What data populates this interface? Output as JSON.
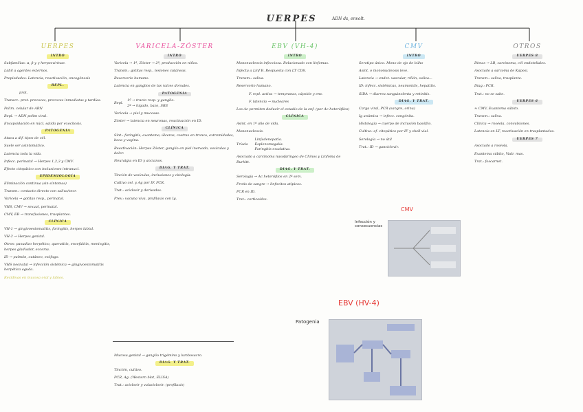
{
  "title": "UERPES",
  "subtitle": "ADN ds, envolt.",
  "columns": {
    "herpes": {
      "head": "UERPES",
      "s_intro": "INTRO",
      "intro": [
        "Subfamilias: α, β y γ herpesvirinae.",
        "Lábil a agentes externos.",
        "Propiedades: Latencia, reactivación, oncogénesis"
      ],
      "s_repl": "REPL.",
      "repl": [
        "prot.",
        "Transcr.: prot. precoces, precoces inmediatas y tardías.",
        "Polim. celular de ARN",
        "Repl. → ADN polim viral.",
        "Encapsidación en núcl, salida por exocitosis."
      ],
      "s_pato": "PATOGENIA",
      "pato": [
        "Ataca a dif. tipos de cél.",
        "Suele ser asintomático.",
        "Latencia toda la vida.",
        "Infecc. perinatal → Herpes 1,2,3 y CMV.",
        "Efecto citopático con inclusiones intranucl."
      ],
      "s_epi": "EPIDEMIOLOGÍA",
      "epi": [
        "Eliminación continua (sin síntomas)",
        "Transm.: contacto directo con saliva/secr.",
        "Varicela → gotitas resp., perinatal.",
        "VHS, CMV → sexual, perinatal.",
        "CMV, EB → transfusiones, trasplantes."
      ],
      "s_clin": "CLÍNICA",
      "clin": [
        "VH-1 → gingivoestomatitis, faringitis, herpes labial.",
        "VH-2 → Herpes genital.",
        "Otros: panadizo herpético, queratitis, encefalitis, meningitis, herpes gladiador, eccema.",
        "ID → pulmón, cutáneo, esófago.",
        "VHS neonatal → infección sistémica → gingivoestomatitis herpética aguda.",
        "Recidivas en mucosa oral y labios."
      ]
    },
    "vzv": {
      "head": "VARICELA-ZÓSTER",
      "s_intro": "INTRO",
      "intro": [
        "Varicela → 1ª, Zóster → 2ª, producción en niños.",
        "Transm.: gotitas resp., lesiones cutáneas.",
        "Reservorio humano.",
        "Latencia en ganglios de las raíces dorsales."
      ],
      "s_pato": "PATOGENIA",
      "pato": [
        "1ª → tracto resp. y ganglio.",
        "2ª → hígado, bazo, SRE",
        "Varicela → piel y mucosas.",
        "Zóster → latencia en neuronas, reactivación en ID."
      ],
      "pato_lead": "Repl.",
      "s_clin": "CLÍNICA",
      "clin": [
        "Sínt.: faringitis, exantema, úlceras, costras en tronco, extremidades, boca y vagina.",
        "Reactivación: Herpes Zóster, ganglio en piel inervado, vesículas y dolor.",
        "Neuralgia en ID y ancianos."
      ],
      "s_diag": "DIAG. Y TRAT.",
      "diag": [
        "Tinción de vesículas, inclusiones y citología.",
        "Cultivo cel. y Ag por IF. PCR.",
        "Trat.: aciclovir y derivados.",
        "Prev.: vacuna viva, profilaxis con Ig."
      ],
      "extra": [
        "Mucosa genital → ganglio trigémino y lumbosacro.",
        "Tinción, cultivo."
      ],
      "s_diag2": "DIAG. Y TRAT.",
      "extra2": [
        "PCR, Ag. (Western blot, ELISA)",
        "Trat.: aciclovir y valaciclovir. (profilaxis)"
      ]
    },
    "ebv": {
      "head": "EBV (VH-4)",
      "s_intro": "INTRO",
      "intro": [
        "Mononucleosis infecciosa. Relacionado con linfomas.",
        "Infecta a Linf B. Respuesta con LT CD8.",
        "Transm.: saliva.",
        "Reservorio humano.",
        "F. repl. activa → tempranas, cápside y env.",
        "F. latencia → nucleares",
        "Los Ac permiten deducir el estadio de la enf. (por Ac heterófilos)"
      ],
      "s_clin": "CLÍNICA",
      "clin": [
        "Asint. en 1º año de vida.",
        "Mononucleosis.",
        "Linfadenopatía.",
        "Esplenomegalia.",
        "Faringitis exudativa.",
        "Asociado a carcinoma nasofaríngeo de Chinos y Linfoma de Burkitt."
      ],
      "triada": "Tríada",
      "s_diag": "DIAG. Y TRAT.",
      "diag": [
        "Serología → Ac heterófilos en 2ª sem.",
        "Frotis de sangre → linfocitos atípicos.",
        "PCR en ID.",
        "Trat.: corticoides."
      ]
    },
    "cmv": {
      "head": "CMV",
      "s_intro": "INTRO",
      "intro": [
        "Serotipo único. Mono de ojo de búho",
        "Asint. o mononucleosis leve.",
        "Latencia → endot. vascular, riñón, saliva...",
        "ID: infecc. sistémicas, neumonitis, hepatitis.",
        "SIDA → diarrea sanguinolenta y retinitis."
      ],
      "s_diag": "DIAG. Y TRAT.",
      "diag": [
        "Carga viral, PCR (sangre, orina)",
        "Ig anúmica → infecc. congénita.",
        "Histología → cuerpo de inclusión basófilo.",
        "Cultivo: ef. citopático por IF y shell-vial.",
        "Serología → no útil",
        "Trat.: ID → ganciclovir."
      ]
    },
    "otros": {
      "head": "OTROS",
      "s1": "UERPES 8",
      "g1": [
        "Dimas → LB, carcinoma, cél endoteliales.",
        "Asociado a sarcoma de Kaposi.",
        "Transm.: saliva, trasplante.",
        "Diag.: PCR.",
        "Trat.: no se sabe."
      ],
      "s2": "UERPES 6",
      "g2": [
        "≈ CMV, Exantema súbito.",
        "Transm.: saliva.",
        "Clínica → roséola, convulsiones.",
        "Latencia en LT, reactivación en trasplantados."
      ],
      "s3": "UERPES 7",
      "g3": [
        "Asociado a roséola.",
        "Exantema súbito, Vadr. mas.",
        "Trat.: foscarnet."
      ]
    }
  },
  "figures": {
    "cmv_title": "CMV",
    "cmv_caption": "Infección y consecuencias",
    "ebv_title": "EBV (HV-4)",
    "ebv_caption": "Patogenia"
  },
  "colors": {
    "pink": "#e84d9b",
    "yellow": "#f3f08a",
    "blue": "#cbe7f3",
    "green": "#ccefc8",
    "red": "#e53a36"
  }
}
